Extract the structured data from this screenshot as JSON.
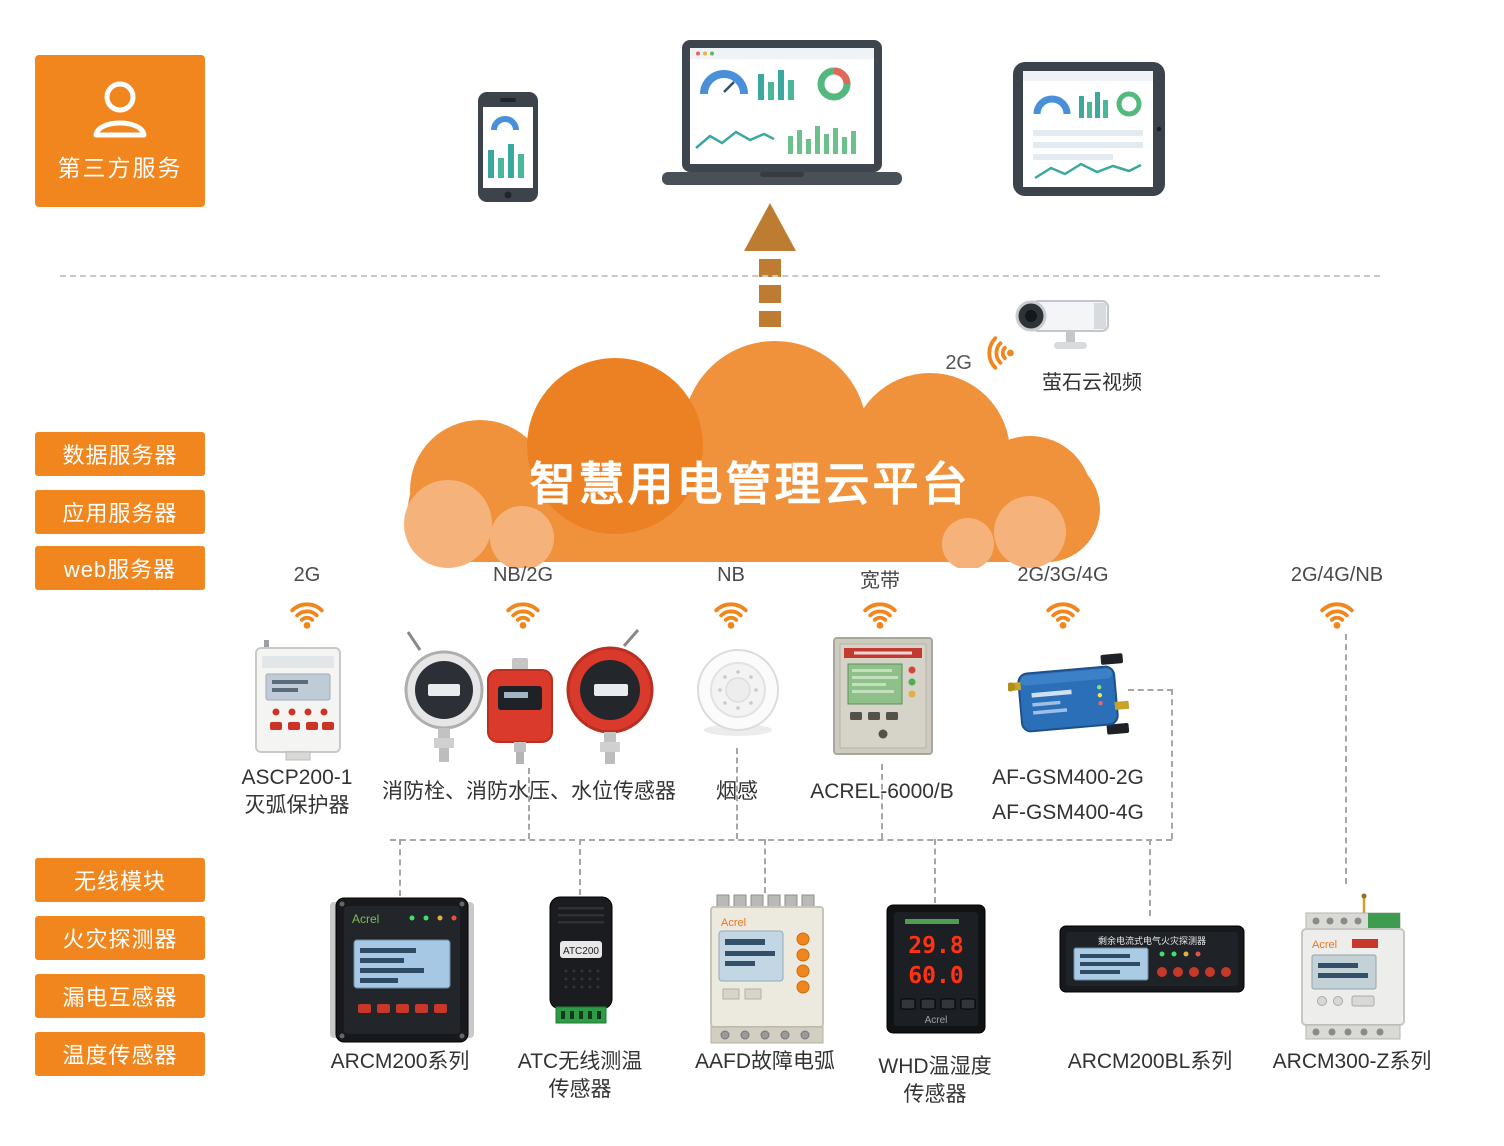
{
  "colors": {
    "orange": "#F0861D",
    "cloud_main": "#F0923C",
    "cloud_light": "#F6B27B",
    "cloud_dark": "#EC8124",
    "arrow_brown": "#BE7B32"
  },
  "third_party": {
    "label": "第三方服务"
  },
  "servers": {
    "items": [
      {
        "label": "数据服务器"
      },
      {
        "label": "应用服务器"
      },
      {
        "label": "web服务器"
      }
    ]
  },
  "device_groups": {
    "items": [
      {
        "label": "无线模块"
      },
      {
        "label": "火灾探测器"
      },
      {
        "label": "漏电互感器"
      },
      {
        "label": "温度传感器"
      }
    ]
  },
  "cloud": {
    "title": "智慧用电管理云平台"
  },
  "camera": {
    "signal": "2G",
    "label": "萤石云视频"
  },
  "middle": {
    "ascp": {
      "signal": "2G",
      "name_line1": "ASCP200-1",
      "name_line2": "灭弧保护器"
    },
    "fire_sensors": {
      "signal": "NB/2G",
      "name": "消防栓、消防水压、水位传感器"
    },
    "smoke": {
      "signal": "NB",
      "name": "烟感"
    },
    "cabinet": {
      "signal": "宽带",
      "name": "ACREL-6000/B"
    },
    "gsm": {
      "signal": "2G/3G/4G",
      "name_line1": "AF-GSM400-2G",
      "name_line2": "AF-GSM400-4G"
    },
    "right": {
      "signal": "2G/4G/NB"
    }
  },
  "bottom": {
    "arcm200": {
      "name": "ARCM200系列",
      "brand": "Acrel"
    },
    "atc": {
      "name_line1": "ATC无线测温",
      "name_line2": "传感器",
      "device_text": "ATC200"
    },
    "aafd": {
      "name": "AAFD故障电弧",
      "brand": "Acrel"
    },
    "whd": {
      "name_line1": "WHD温湿度",
      "name_line2": "传感器",
      "reading_top": "29.8",
      "reading_bottom": "60.0",
      "brand": "Acrel"
    },
    "arcm200bl": {
      "name": "ARCM200BL系列",
      "device_title": "剩余电流式电气火灾探测器"
    },
    "arcm300z": {
      "name": "ARCM300-Z系列",
      "brand": "Acrel"
    }
  }
}
